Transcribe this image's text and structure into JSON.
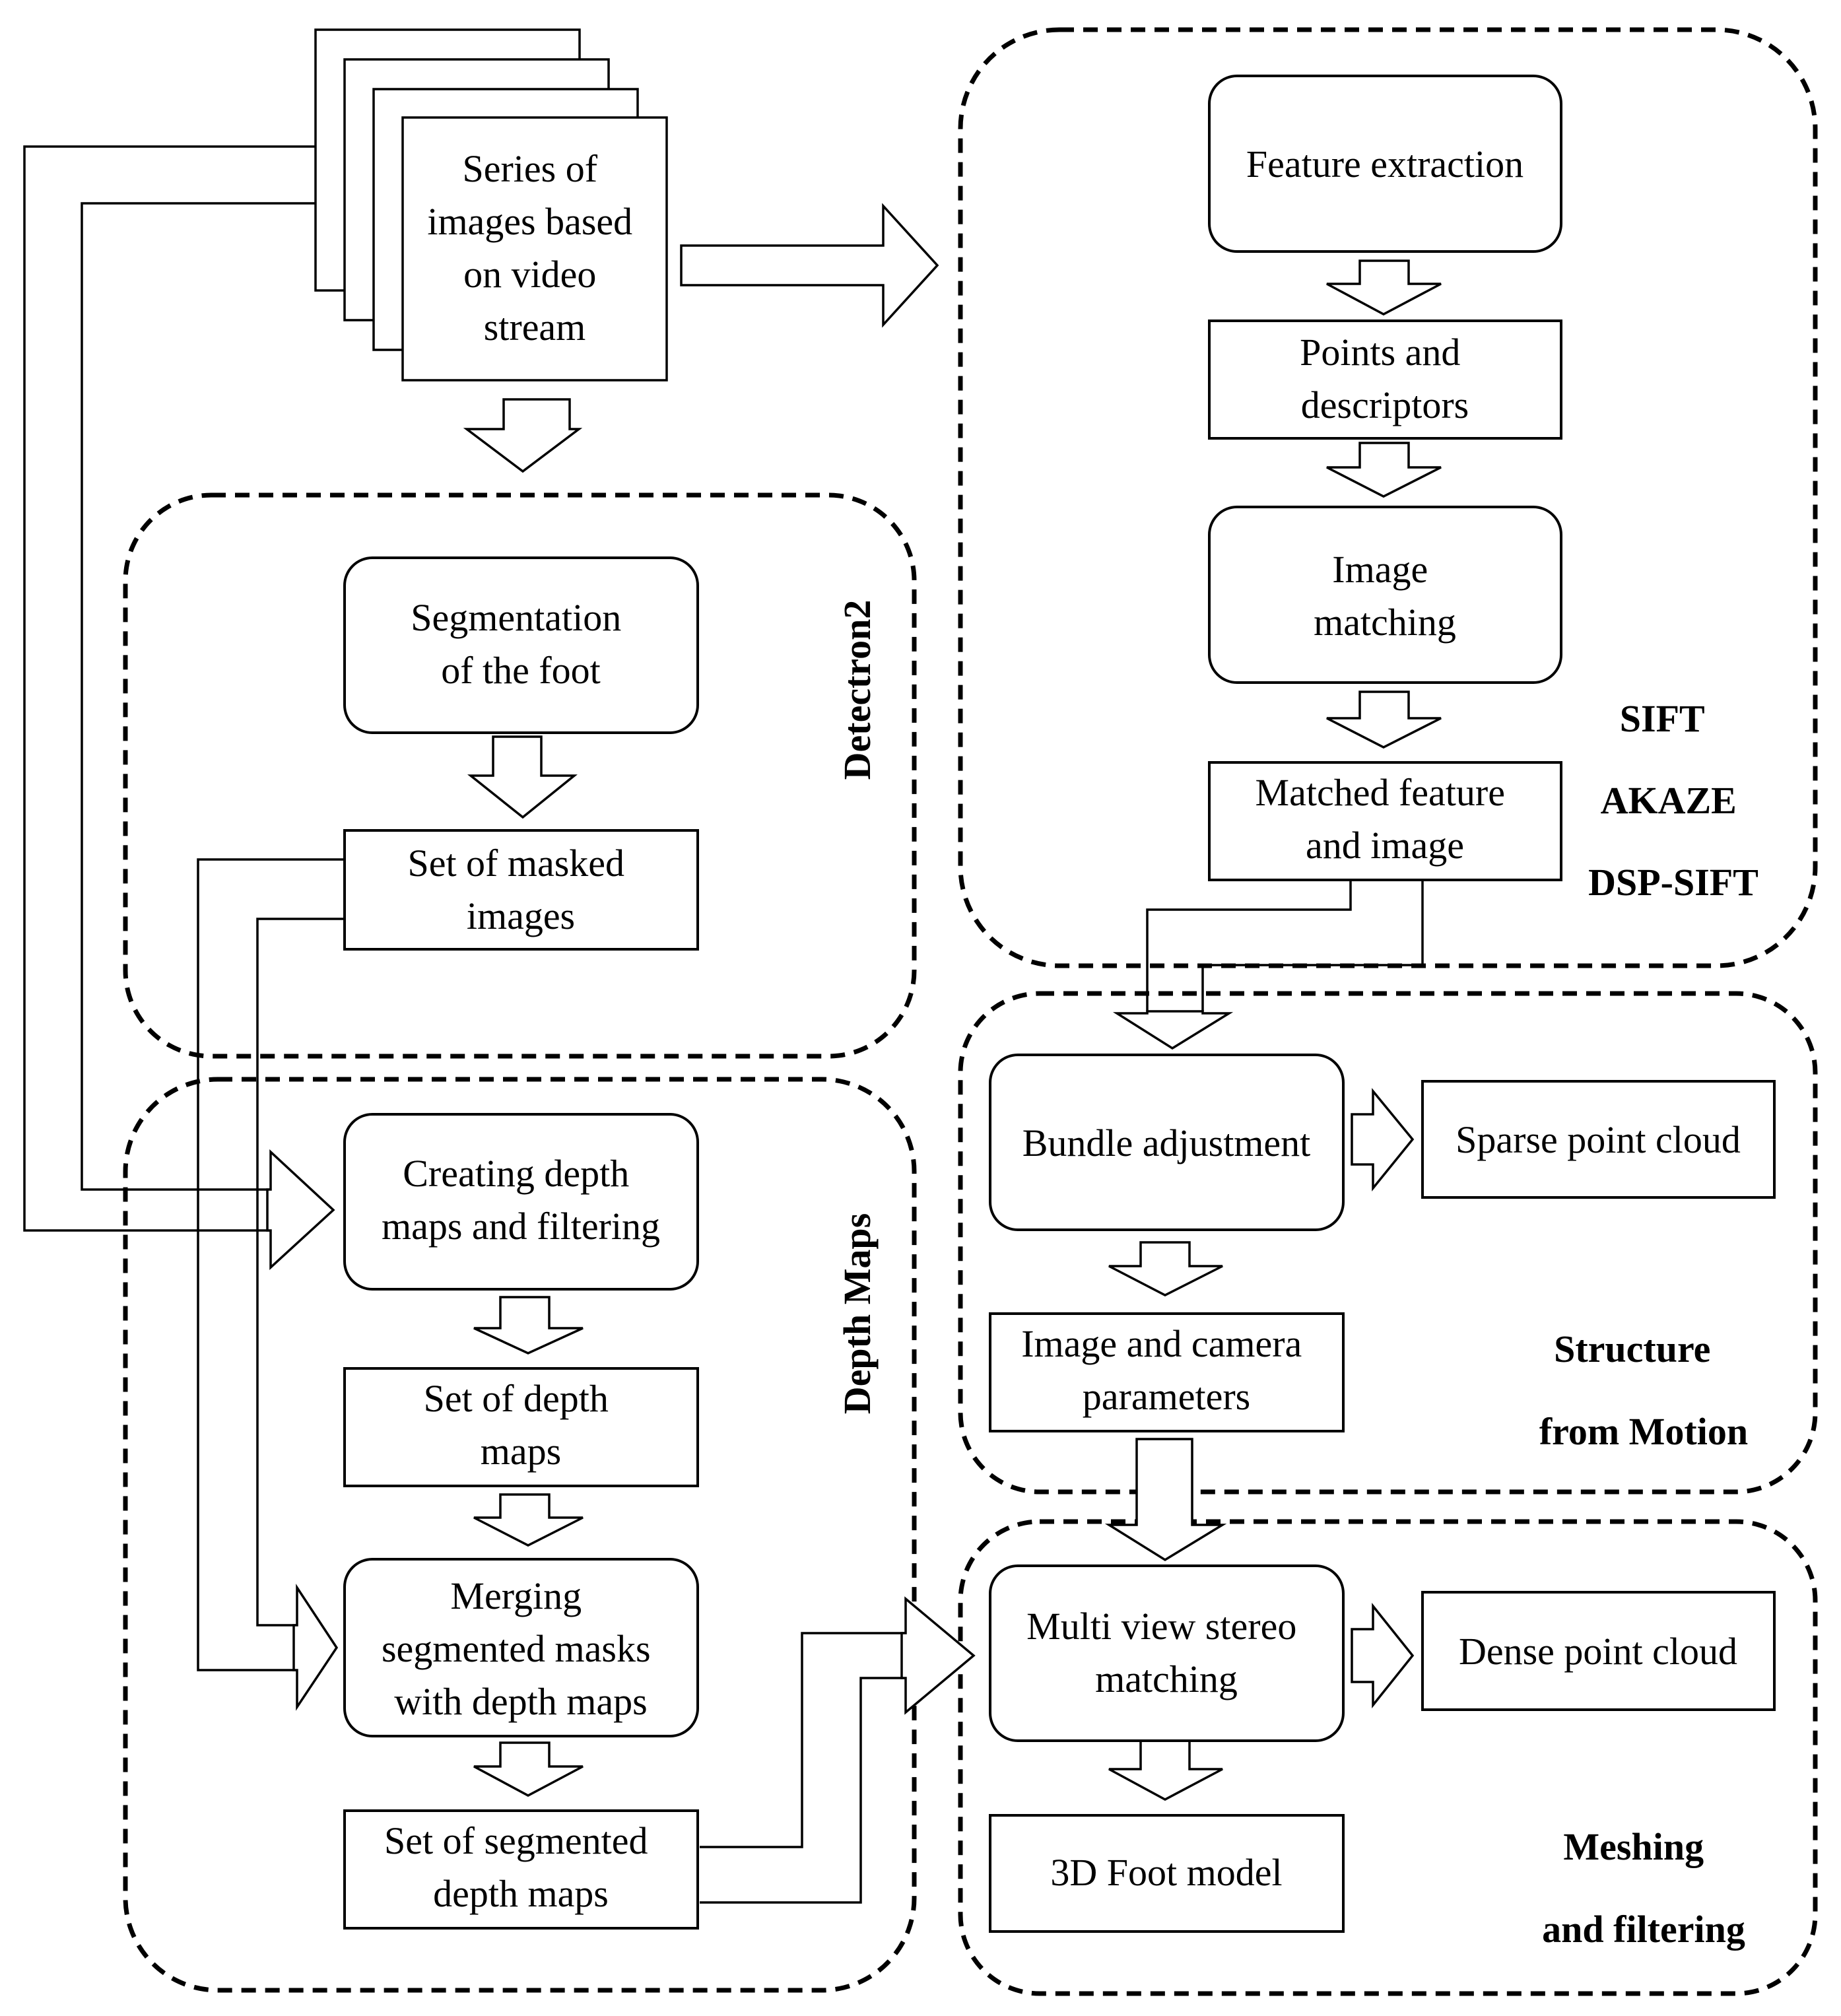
{
  "nodes": {
    "input_images": [
      "Series of",
      "images based",
      "on video",
      "stream"
    ],
    "feature_extraction": [
      "Feature extraction"
    ],
    "points_descriptors": [
      "Points and",
      "descriptors"
    ],
    "image_matching": [
      "Image",
      "matching"
    ],
    "matched_feature": [
      "Matched feature",
      "and image"
    ],
    "segmentation": [
      "Segmentation",
      "of the foot"
    ],
    "masked_images": [
      "Set of masked",
      "images"
    ],
    "creating_depth": [
      "Creating depth",
      "maps and filtering"
    ],
    "set_depth_maps": [
      "Set of depth",
      "maps"
    ],
    "merging": [
      "Merging",
      "segmented masks",
      "with depth maps"
    ],
    "segmented_depth": [
      "Set of segmented",
      "depth maps"
    ],
    "bundle_adjustment": [
      "Bundle adjustment"
    ],
    "sparse_cloud": [
      "Sparse point cloud"
    ],
    "camera_params": [
      "Image and camera",
      "parameters"
    ],
    "multi_view": [
      "Multi view stereo",
      "matching"
    ],
    "dense_cloud": [
      "Dense point cloud"
    ],
    "foot_model": [
      "3D Foot model"
    ]
  },
  "groups": {
    "detectron": "Detectron2",
    "depth_maps": "Depth Maps",
    "sift_methods": [
      "SIFT",
      "AKAZE",
      "DSP-SIFT"
    ],
    "sfm": [
      "Structure",
      "from Motion"
    ],
    "meshing": [
      "Meshing",
      "and filtering"
    ]
  }
}
